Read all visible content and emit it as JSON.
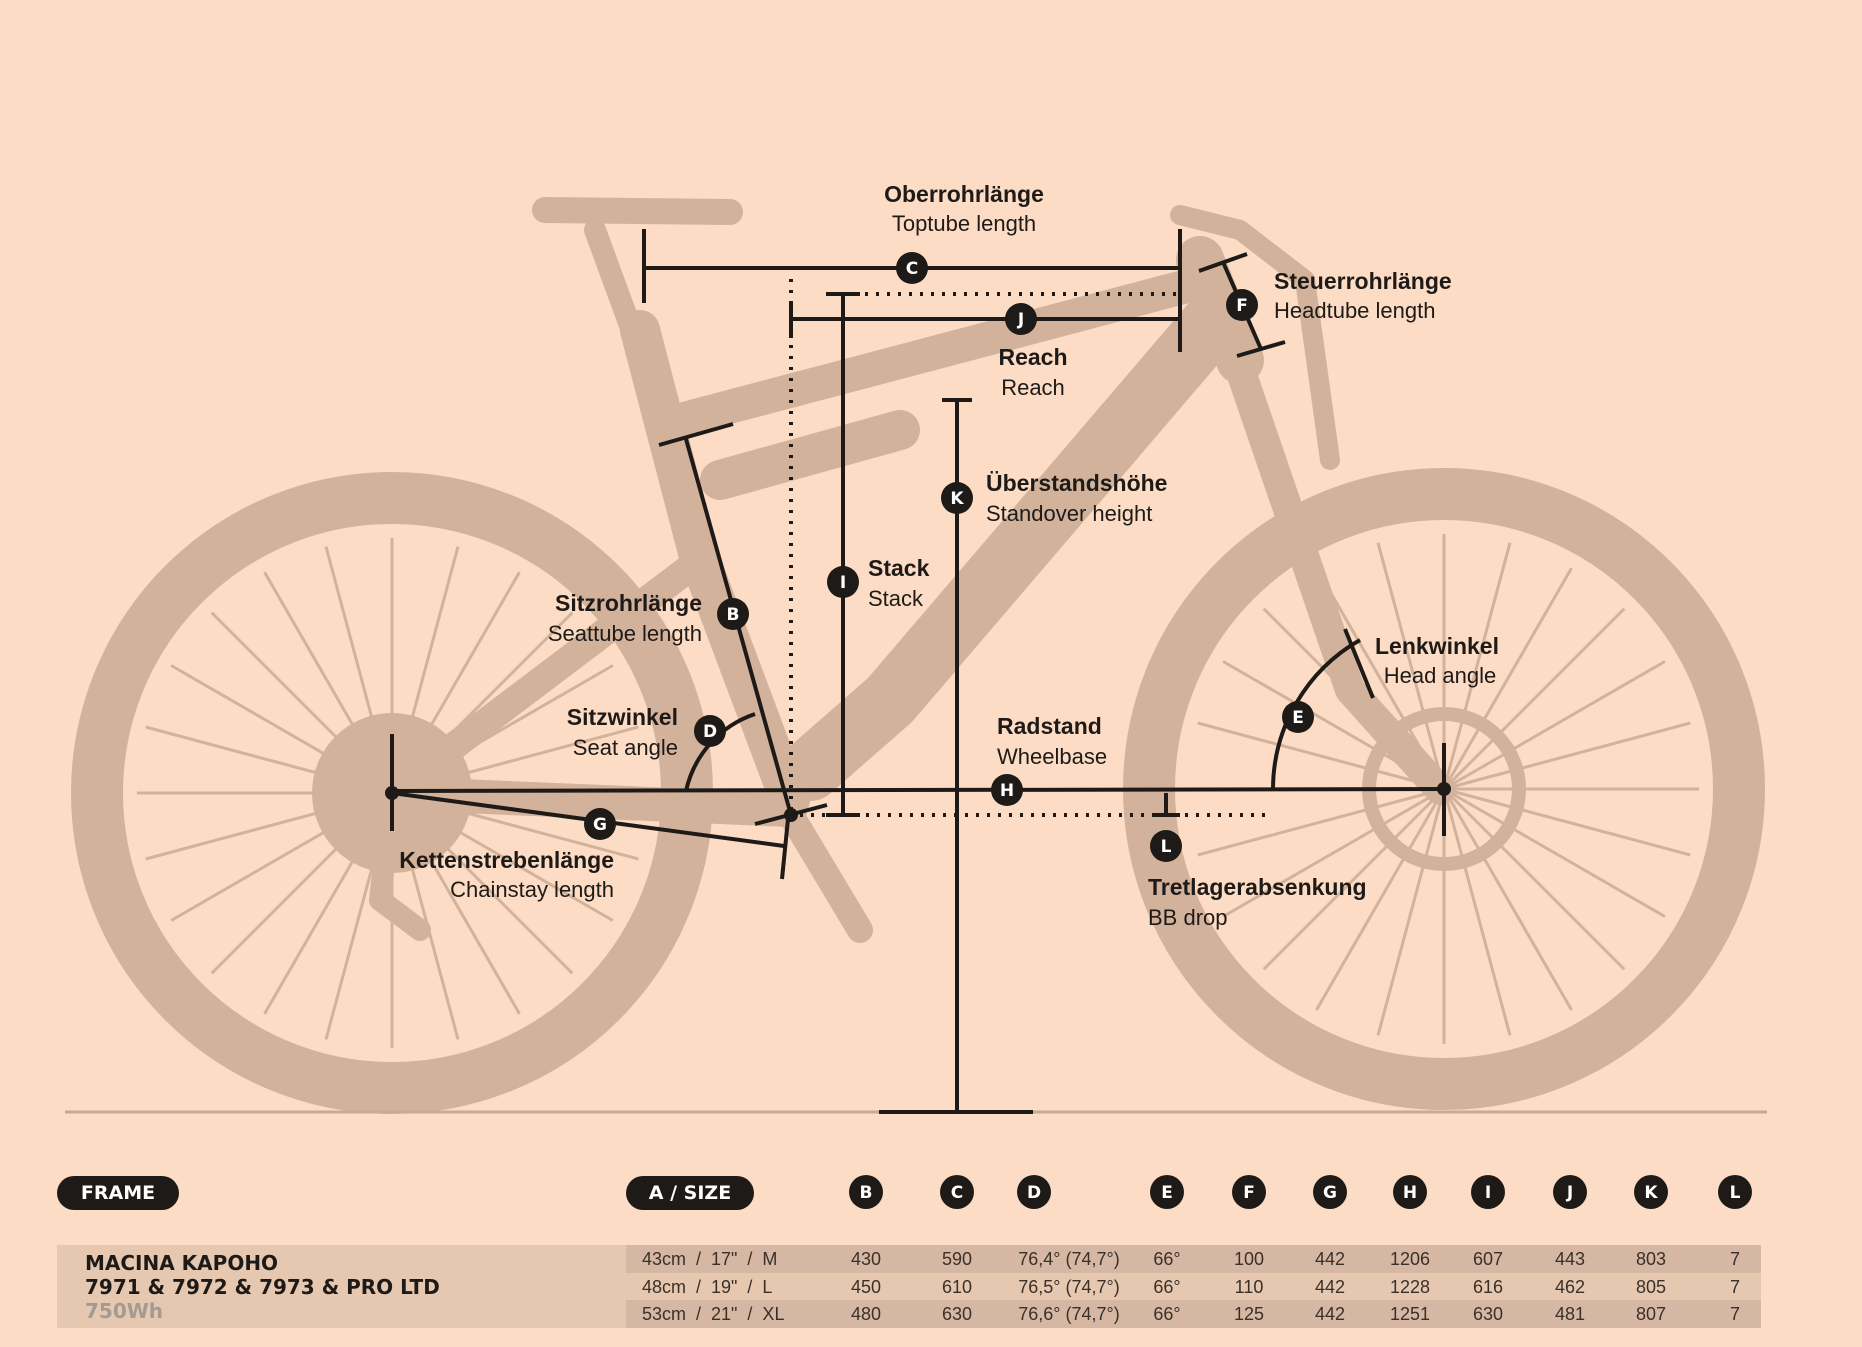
{
  "labels": {
    "toptube": {
      "de": "Oberrohrlänge",
      "en": "Toptube length",
      "letter": "C"
    },
    "headtube": {
      "de": "Steuerrohrlänge",
      "en": "Headtube length",
      "letter": "F"
    },
    "reach": {
      "de": "Reach",
      "en": "Reach",
      "letter": "J"
    },
    "standover": {
      "de": "Überstandshöhe",
      "en": "Standover height",
      "letter": "K"
    },
    "stack": {
      "de": "Stack",
      "en": "Stack",
      "letter": "I"
    },
    "seattube": {
      "de": "Sitzrohrlänge",
      "en": "Seattube length",
      "letter": "B"
    },
    "headangle": {
      "de": "Lenkwinkel",
      "en": "Head angle",
      "letter": "E"
    },
    "seatangle": {
      "de": "Sitzwinkel",
      "en": "Seat angle",
      "letter": "D"
    },
    "wheelbase": {
      "de": "Radstand",
      "en": "Wheelbase",
      "letter": "H"
    },
    "chainstay": {
      "de": "Kettenstrebenlänge",
      "en": "Chainstay length",
      "letter": "G"
    },
    "bbdrop": {
      "de": "Tretlagerabsenkung",
      "en": "BB drop",
      "letter": "L"
    }
  },
  "colors": {
    "background": "#fcdcc4",
    "bike": "#d3b29c",
    "ink": "#1e1a18",
    "row_dark": "#d6b7a3",
    "row_light": "#e6c8b0"
  },
  "table": {
    "frame_label": "FRAME",
    "size_label": "A / SIZE",
    "columns": [
      "B",
      "C",
      "D",
      "E",
      "F",
      "G",
      "H",
      "I",
      "J",
      "K",
      "L"
    ],
    "product": {
      "line1": "MACINA KAPOHO",
      "line2": "7971 & 7972 & 7973 & PRO LTD",
      "line3": "750Wh"
    },
    "rows": [
      {
        "size": "43cm  /  17\"  /  M",
        "values": [
          "430",
          "590",
          "76,4° (74,7°)",
          "66°",
          "100",
          "442",
          "1206",
          "607",
          "443",
          "803",
          "7"
        ]
      },
      {
        "size": "48cm  /  19\"  /  L",
        "values": [
          "450",
          "610",
          "76,5° (74,7°)",
          "66°",
          "110",
          "442",
          "1228",
          "616",
          "462",
          "805",
          "7"
        ]
      },
      {
        "size": "53cm  /  21\"  /  XL",
        "values": [
          "480",
          "630",
          "76,6° (74,7°)",
          "66°",
          "125",
          "442",
          "1251",
          "630",
          "481",
          "807",
          "7"
        ]
      }
    ]
  }
}
